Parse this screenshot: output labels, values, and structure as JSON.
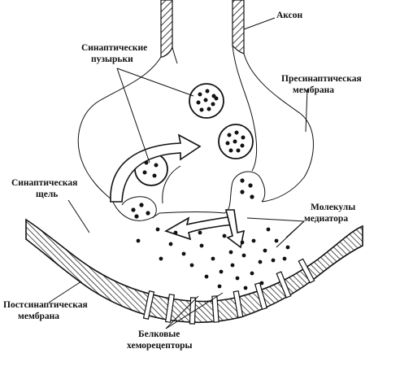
{
  "labels": {
    "axon": "Аксон",
    "vesicles_line1": "Синаптические",
    "vesicles_line2": "пузырьки",
    "presyn_line1": "Пресинаптическая",
    "presyn_line2": "мембрана",
    "cleft_line1": "Синаптическая",
    "cleft_line2": "щель",
    "mediator_line1": "Молекулы",
    "mediator_line2": "медиатора",
    "postsyn_line1": "Постсинаптическая",
    "postsyn_line2": "мембрана",
    "receptors_line1": "Белковые",
    "receptors_line2": "хеморецепторы"
  }
}
